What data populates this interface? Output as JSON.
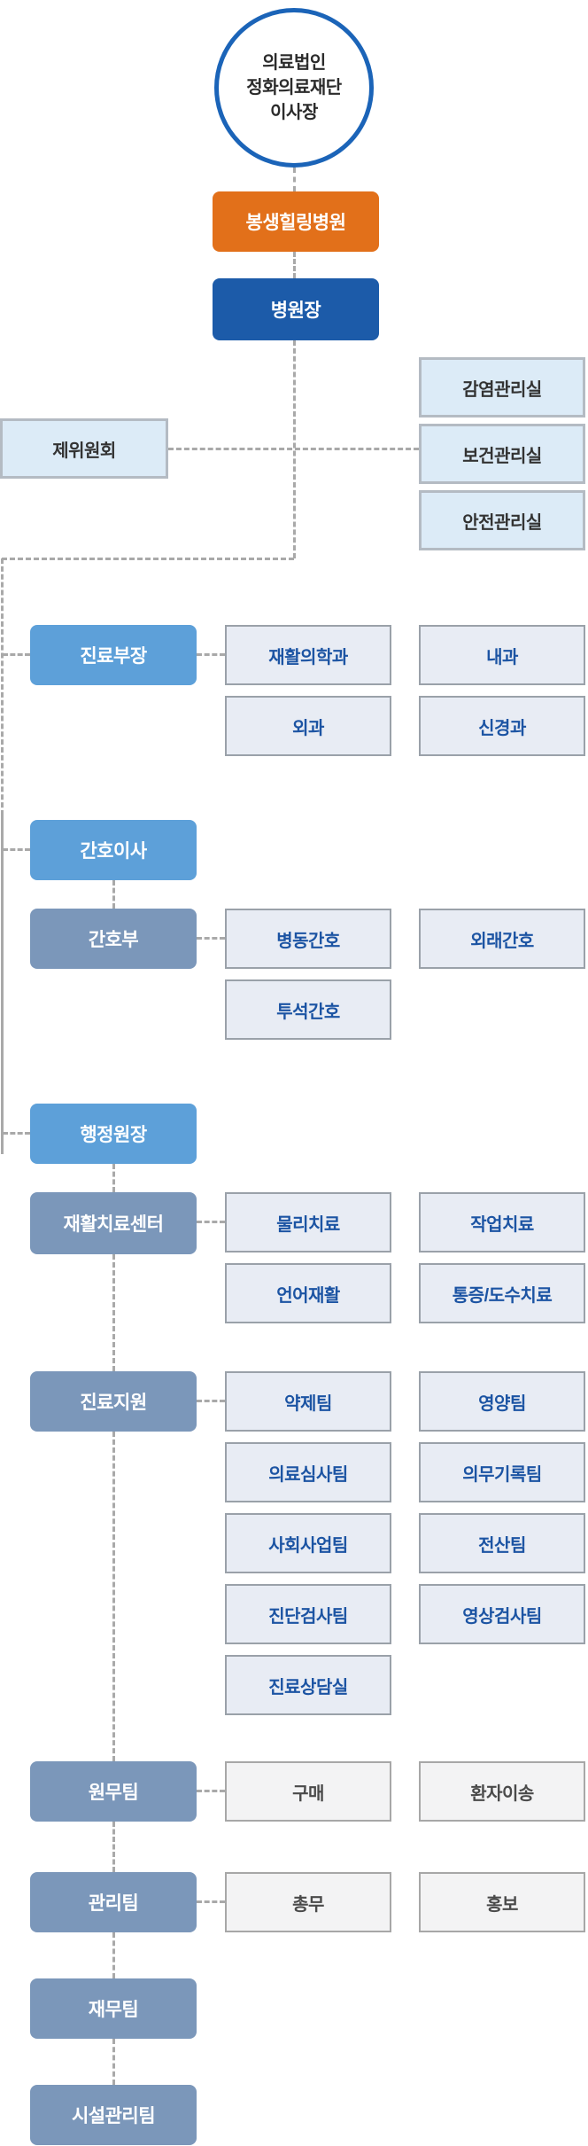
{
  "org": {
    "foundation": {
      "label": "의료법인\n정화의료재단\n이사장"
    },
    "hospital": {
      "label": "봉생힐링병원"
    },
    "director": {
      "label": "병원장"
    },
    "committee": {
      "label": "제위원회"
    },
    "staff_offices": [
      "감염관리실",
      "보건관리실",
      "안전관리실"
    ],
    "departments": [
      {
        "label": "진료부장",
        "children": [
          "재활의학과",
          "내과",
          "외과",
          "신경과"
        ]
      },
      {
        "label": "간호이사",
        "children": []
      },
      {
        "label": "간호부",
        "children": [
          "병동간호",
          "외래간호",
          "투석간호"
        ]
      },
      {
        "label": "행정원장",
        "children": []
      },
      {
        "label": "재활치료센터",
        "children": [
          "물리치료",
          "작업치료",
          "언어재활",
          "통증/도수치료"
        ]
      },
      {
        "label": "진료지원",
        "children": [
          "약제팀",
          "영양팀",
          "의료심사팀",
          "의무기록팀",
          "사회사업팀",
          "전산팀",
          "진단검사팀",
          "영상검사팀",
          "진료상담실"
        ]
      },
      {
        "label": "원무팀",
        "children": [
          "구매",
          "환자이송"
        ]
      },
      {
        "label": "관리팀",
        "children": [
          "총무",
          "홍보"
        ]
      },
      {
        "label": "재무팀",
        "children": []
      },
      {
        "label": "시설관리팀",
        "children": []
      }
    ]
  },
  "colors": {
    "accent_orange": "#e2701a",
    "primary_navy": "#1c5ba9",
    "bright_blue": "#5da0d9",
    "gray_blue": "#7b97ba",
    "light_blue_fill": "#dcebf7",
    "sub_box_fill": "#e8ecf4",
    "sub_text_blue": "#1c54a3",
    "neutral_fill": "#f3f3f4",
    "connector_gray": "#a9a9a9",
    "circle_border_blue": "#1b64b8"
  }
}
